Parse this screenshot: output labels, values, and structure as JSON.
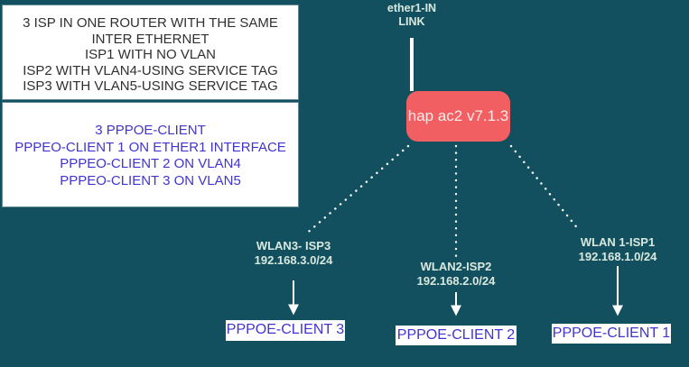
{
  "canvas": {
    "background": "#13505f"
  },
  "notes_top": {
    "lines": [
      "3 ISP IN ONE ROUTER WITH THE SAME",
      "INTER ETHERNET",
      "ISP1 WITH NO VLAN",
      "ISP2 WITH VLAN4-USING SERVICE TAG",
      "ISP3 WITH VLAN5-USING SERVICE TAG"
    ]
  },
  "notes_bottom": {
    "lines": [
      "3 PPPOE-CLIENT",
      "PPPEO-CLIENT 1 ON ETHER1 INTERFACE",
      "PPPEO-CLIENT 2 ON VLAN4",
      "PPPEO-CLIENT 3 ON VLAN5"
    ]
  },
  "uplink": {
    "line1": "ether1-IN",
    "line2": "LINK"
  },
  "router": {
    "label": "hap ac2 v7.1.3"
  },
  "wlans": [
    {
      "name": "WLAN3- ISP3",
      "subnet": "192.168.3.0/24"
    },
    {
      "name": "WLAN2-ISP2",
      "subnet": "192.168.2.0/24"
    },
    {
      "name": "WLAN 1-ISP1",
      "subnet": "192.168.1.0/24"
    }
  ],
  "clients": [
    {
      "label": "PPPOE-CLIENT 3"
    },
    {
      "label": "PPPOE-CLIENT 2"
    },
    {
      "label": "PPPOE-CLIENT 1"
    }
  ],
  "colors": {
    "background": "#13505f",
    "router_fill": "#f25f63",
    "note_text_dark": "#303030",
    "note_text_blue": "#4134cf",
    "diagram_text": "#d9e8de",
    "connector": "#ffffff"
  }
}
